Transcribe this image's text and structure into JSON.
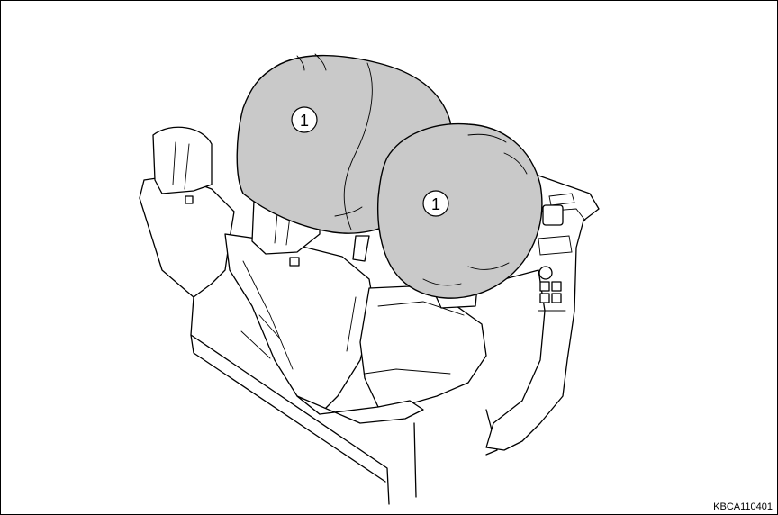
{
  "callouts": [
    {
      "label": "1",
      "target": "driver-airbag"
    },
    {
      "label": "1",
      "target": "passenger-airbag"
    }
  ],
  "image_code": "KBCA110401",
  "colors": {
    "airbag_fill": "#c9c9c9",
    "line": "#000000",
    "background": "#ffffff"
  }
}
